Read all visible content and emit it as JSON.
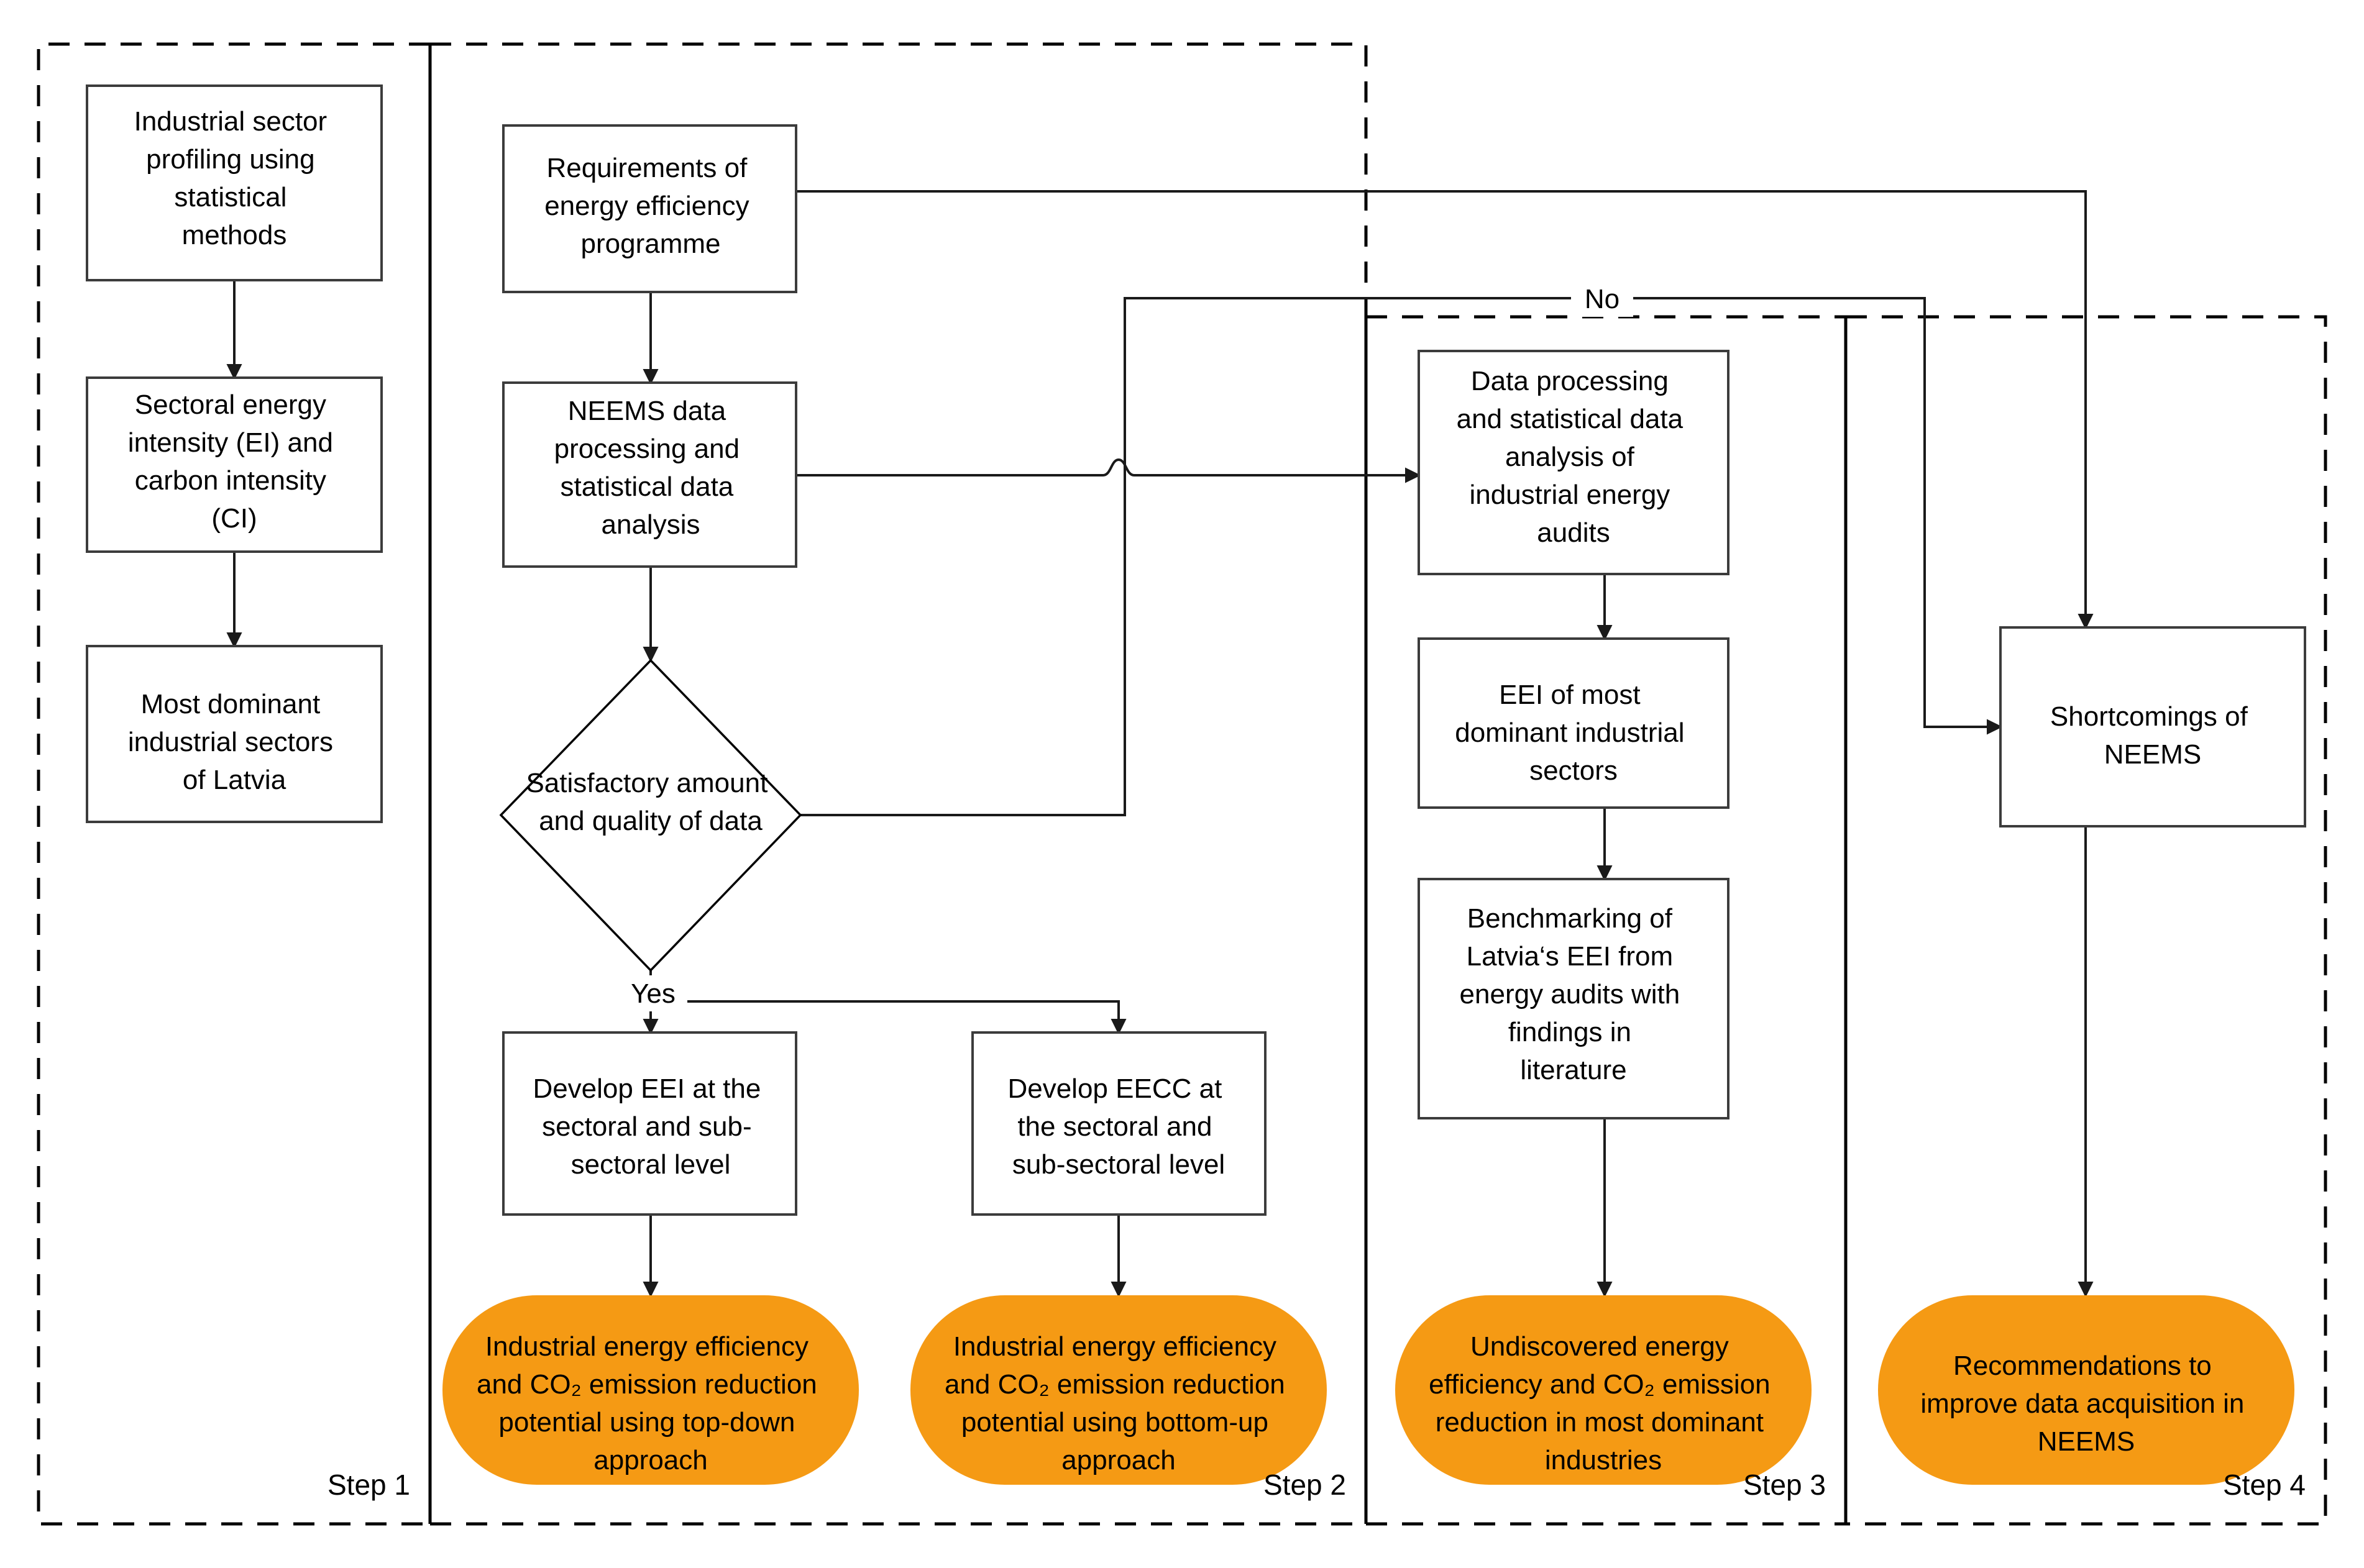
{
  "diagram": {
    "title": "Four-step research methodology flowchart",
    "colors": {
      "accent_orange": "#F59A14",
      "box_stroke": "#3C3C3C",
      "line": "#1A1A1A",
      "background": "#FFFFFF"
    },
    "steps": [
      {
        "id": "step1",
        "label": "Step 1"
      },
      {
        "id": "step2",
        "label": "Step 2"
      },
      {
        "id": "step3",
        "label": "Step 3"
      },
      {
        "id": "step4",
        "label": "Step 4"
      }
    ],
    "edge_labels": {
      "yes": "Yes",
      "no": "No"
    },
    "nodes": {
      "industrial_sector_profiling": {
        "shape": "process",
        "lines": [
          "Industrial sector",
          "profiling using",
          "statistical",
          "methods"
        ]
      },
      "sectoral_energy_intensity": {
        "shape": "process",
        "lines": [
          "Sectoral energy",
          "intensity (EI) and",
          "carbon intensity",
          "(CI)"
        ]
      },
      "most_dominant_sectors": {
        "shape": "process",
        "lines": [
          "Most dominant",
          "industrial sectors",
          "of Latvia"
        ]
      },
      "requirements_programme": {
        "shape": "process",
        "lines": [
          "Requirements of",
          "energy efficiency",
          "programme"
        ]
      },
      "neems_data_processing": {
        "shape": "process",
        "lines": [
          "NEEMS data",
          "processing and",
          "statistical data",
          "analysis"
        ]
      },
      "satisfactory_decision": {
        "shape": "decision",
        "lines": [
          "Satisfactory amount",
          "and quality of data"
        ]
      },
      "develop_eei": {
        "shape": "process",
        "lines": [
          "Develop EEI at the",
          "sectoral and sub-",
          "sectoral level"
        ]
      },
      "develop_eecc": {
        "shape": "process",
        "lines": [
          "Develop EECC at",
          "the sectoral and",
          "sub-sectoral level"
        ]
      },
      "top_down_result": {
        "shape": "terminator",
        "lines": [
          "Industrial energy efficiency",
          "and CO₂ emission reduction",
          "potential using top-down",
          "approach"
        ]
      },
      "bottom_up_result": {
        "shape": "terminator",
        "lines": [
          "Industrial energy efficiency",
          "and CO₂ emission reduction",
          "potential using bottom-up",
          "approach"
        ]
      },
      "audit_data_processing": {
        "shape": "process",
        "lines": [
          "Data processing",
          "and statistical data",
          "analysis of",
          "industrial energy",
          "audits"
        ]
      },
      "eei_of_sectors": {
        "shape": "process",
        "lines": [
          "EEI of most",
          "dominant industrial",
          "sectors"
        ]
      },
      "benchmarking": {
        "shape": "process",
        "lines": [
          "Benchmarking of",
          "Latvia‘s EEI from",
          "energy audits with",
          "findings in",
          "literature"
        ]
      },
      "undiscovered_result": {
        "shape": "terminator",
        "lines": [
          "Undiscovered energy",
          "efficiency and CO₂ emission",
          "reduction in most dominant",
          "industries"
        ]
      },
      "shortcomings": {
        "shape": "process",
        "lines": [
          "Shortcomings of",
          "NEEMS"
        ]
      },
      "recommendations_result": {
        "shape": "terminator",
        "lines": [
          "Recommendations to",
          "improve data acquisition in",
          "NEEMS"
        ]
      }
    }
  }
}
